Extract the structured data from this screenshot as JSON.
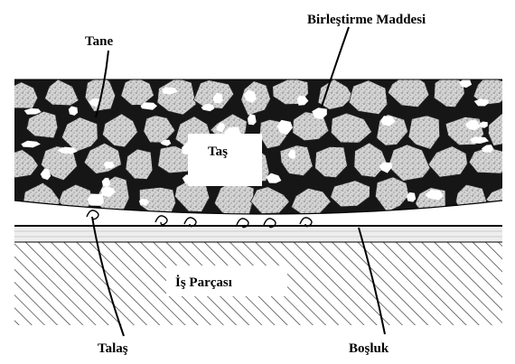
{
  "labels": {
    "tane": "Tane",
    "binder": "Birleştirme Maddesi",
    "stone": "Taş",
    "workpiece": "İş Parçası",
    "chip": "Talaş",
    "void": "Boşluk"
  },
  "colors": {
    "background": "#ffffff",
    "bond": "#1a1a1a",
    "grain_fill": "#cfcfcf",
    "void_fill": "#ffffff",
    "hatch": "#333333",
    "line": "#000000"
  },
  "icons": {
    "grain": "speckled-grain-shape",
    "void": "white-pore-shape",
    "chip": "curled-chip-shape",
    "workpiece": "hatched-metal-block"
  }
}
